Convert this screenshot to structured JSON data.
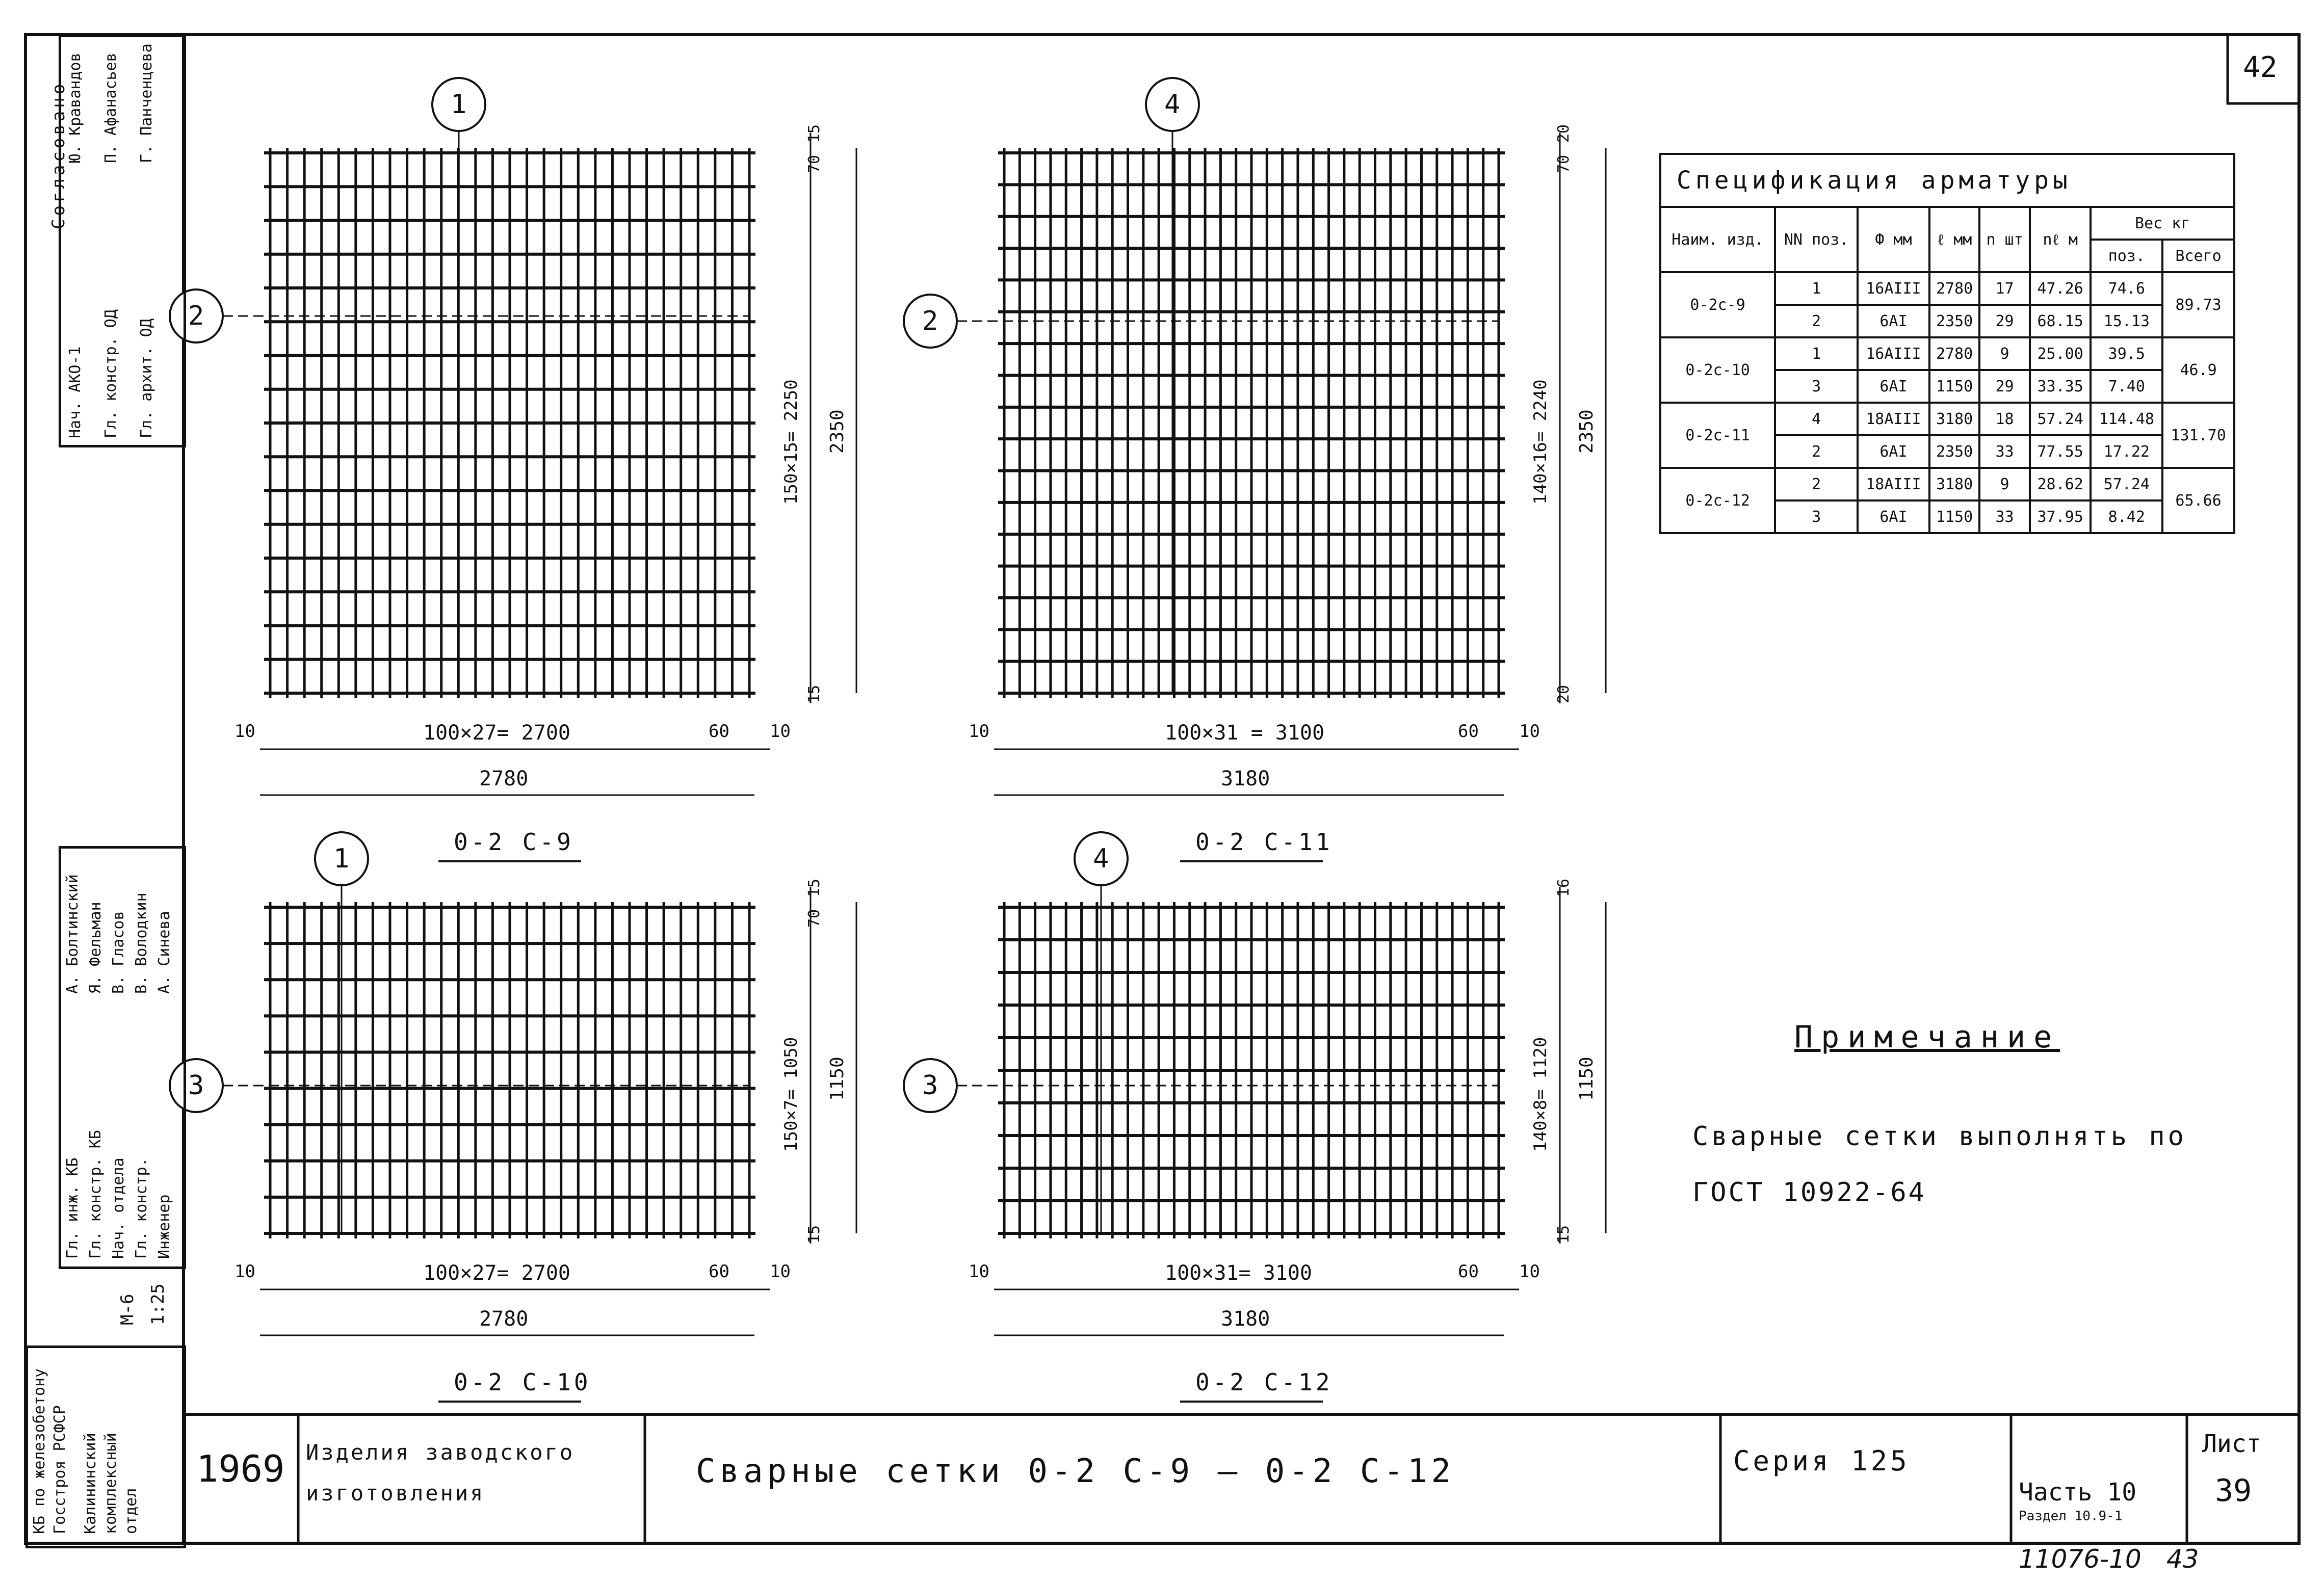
{
  "sheet": {
    "corner_number": "42",
    "year": "1969",
    "category": "Изделия заводского изготовления",
    "title": "Сварные сетки 0-2 С-9 – 0-2 С-12",
    "series_label": "Серия 125",
    "part": "Часть 10",
    "section": "Раздел 10.9-1",
    "sheet_label": "Лист",
    "sheet_number": "39",
    "archive_number": "11076-10",
    "archive_suffix": "43"
  },
  "org": {
    "line1": "КБ по железобетону",
    "line2": "Госстроя РСФСР",
    "line3": "Калининский",
    "line4": "комплексный",
    "line5": "отдел",
    "grade": "М-6",
    "scale": "1:25"
  },
  "approval": {
    "header": "Согласовано",
    "rows": [
      {
        "role": "Нач. АКО-1",
        "name": "Ю. Кравандов"
      },
      {
        "role": "Гл. констр. ОД",
        "name": "П. Афанасьев"
      },
      {
        "role": "Гл. архит. ОД",
        "name": "Г. Панченцева"
      }
    ]
  },
  "signatures": {
    "rows": [
      {
        "role": "Гл. инж. КБ",
        "name": "А. Болтинский"
      },
      {
        "role": "Гл. констр. КБ",
        "name": "Я. Фельман"
      },
      {
        "role": "Нач. отдела",
        "name": "В. Гласов"
      },
      {
        "role": "Гл. констр.",
        "name": "В. Володкин"
      },
      {
        "role": "Инженер",
        "name": "А. Синева"
      }
    ]
  },
  "meshes": [
    {
      "name": "0-2 С-9",
      "bubble_top": "1",
      "bubble_left": "2",
      "dim_horizontal": "100×27= 2700",
      "dim_left": "10",
      "dim_right": "60",
      "dim_right_end": "10",
      "total_width": "2780",
      "dim_vertical": "150×15= 2250",
      "total_height": "2350",
      "dim_top_a": "15",
      "dim_top_b": "70",
      "dim_bottom": "15"
    },
    {
      "name": "0-2 С-11",
      "bubble_top": "4",
      "bubble_left": "2",
      "dim_horizontal": "100×31 = 3100",
      "dim_left": "10",
      "dim_right": "60",
      "dim_right_end": "10",
      "total_width": "3180",
      "dim_vertical": "140×16= 2240",
      "total_height": "2350",
      "dim_top_a": "20",
      "dim_top_b": "70",
      "dim_bottom": "20"
    },
    {
      "name": "0-2 С-10",
      "bubble_top": "1",
      "bubble_left": "3",
      "dim_horizontal": "100×27= 2700",
      "dim_left": "10",
      "dim_right": "60",
      "dim_right_end": "10",
      "total_width": "2780",
      "dim_vertical": "150×7= 1050",
      "total_height": "1150",
      "dim_top_a": "15",
      "dim_top_b": "70",
      "dim_bottom": "15"
    },
    {
      "name": "0-2 С-12",
      "bubble_top": "4",
      "bubble_left": "3",
      "dim_horizontal": "100×31= 3100",
      "dim_left": "10",
      "dim_right": "60",
      "dim_right_end": "10",
      "total_width": "3180",
      "dim_vertical": "140×8= 1120",
      "total_height": "1150",
      "dim_top_a": "16",
      "dim_top_b": "",
      "dim_bottom": "15"
    }
  ],
  "spec": {
    "caption": "Спецификация арматуры",
    "headers": {
      "name": "Наим. изд.",
      "pos": "NN поз.",
      "dia": "Ф мм",
      "len": "ℓ мм",
      "n": "n шт",
      "nl": "nℓ м",
      "weight": "Вес кг",
      "w_pos": "поз.",
      "w_total": "Всего"
    },
    "groups": [
      {
        "name": "0-2с-9",
        "total": "89.73",
        "rows": [
          {
            "pos": "1",
            "dia": "16AIII",
            "len": "2780",
            "n": "17",
            "nl": "47.26",
            "w": "74.6"
          },
          {
            "pos": "2",
            "dia": "6AI",
            "len": "2350",
            "n": "29",
            "nl": "68.15",
            "w": "15.13"
          }
        ]
      },
      {
        "name": "0-2с-10",
        "total": "46.9",
        "rows": [
          {
            "pos": "1",
            "dia": "16AIII",
            "len": "2780",
            "n": "9",
            "nl": "25.00",
            "w": "39.5"
          },
          {
            "pos": "3",
            "dia": "6AI",
            "len": "1150",
            "n": "29",
            "nl": "33.35",
            "w": "7.40"
          }
        ]
      },
      {
        "name": "0-2с-11",
        "total": "131.70",
        "rows": [
          {
            "pos": "4",
            "dia": "18AIII",
            "len": "3180",
            "n": "18",
            "nl": "57.24",
            "w": "114.48"
          },
          {
            "pos": "2",
            "dia": "6AI",
            "len": "2350",
            "n": "33",
            "nl": "77.55",
            "w": "17.22"
          }
        ]
      },
      {
        "name": "0-2с-12",
        "total": "65.66",
        "rows": [
          {
            "pos": "2",
            "dia": "18AIII",
            "len": "3180",
            "n": "9",
            "nl": "28.62",
            "w": "57.24"
          },
          {
            "pos": "3",
            "dia": "6AI",
            "len": "1150",
            "n": "33",
            "nl": "37.95",
            "w": "8.42"
          }
        ]
      }
    ]
  },
  "note": {
    "title": "Примечание",
    "line1": "Сварные сетки выполнять по",
    "line2": "ГОСТ 10922-64"
  }
}
